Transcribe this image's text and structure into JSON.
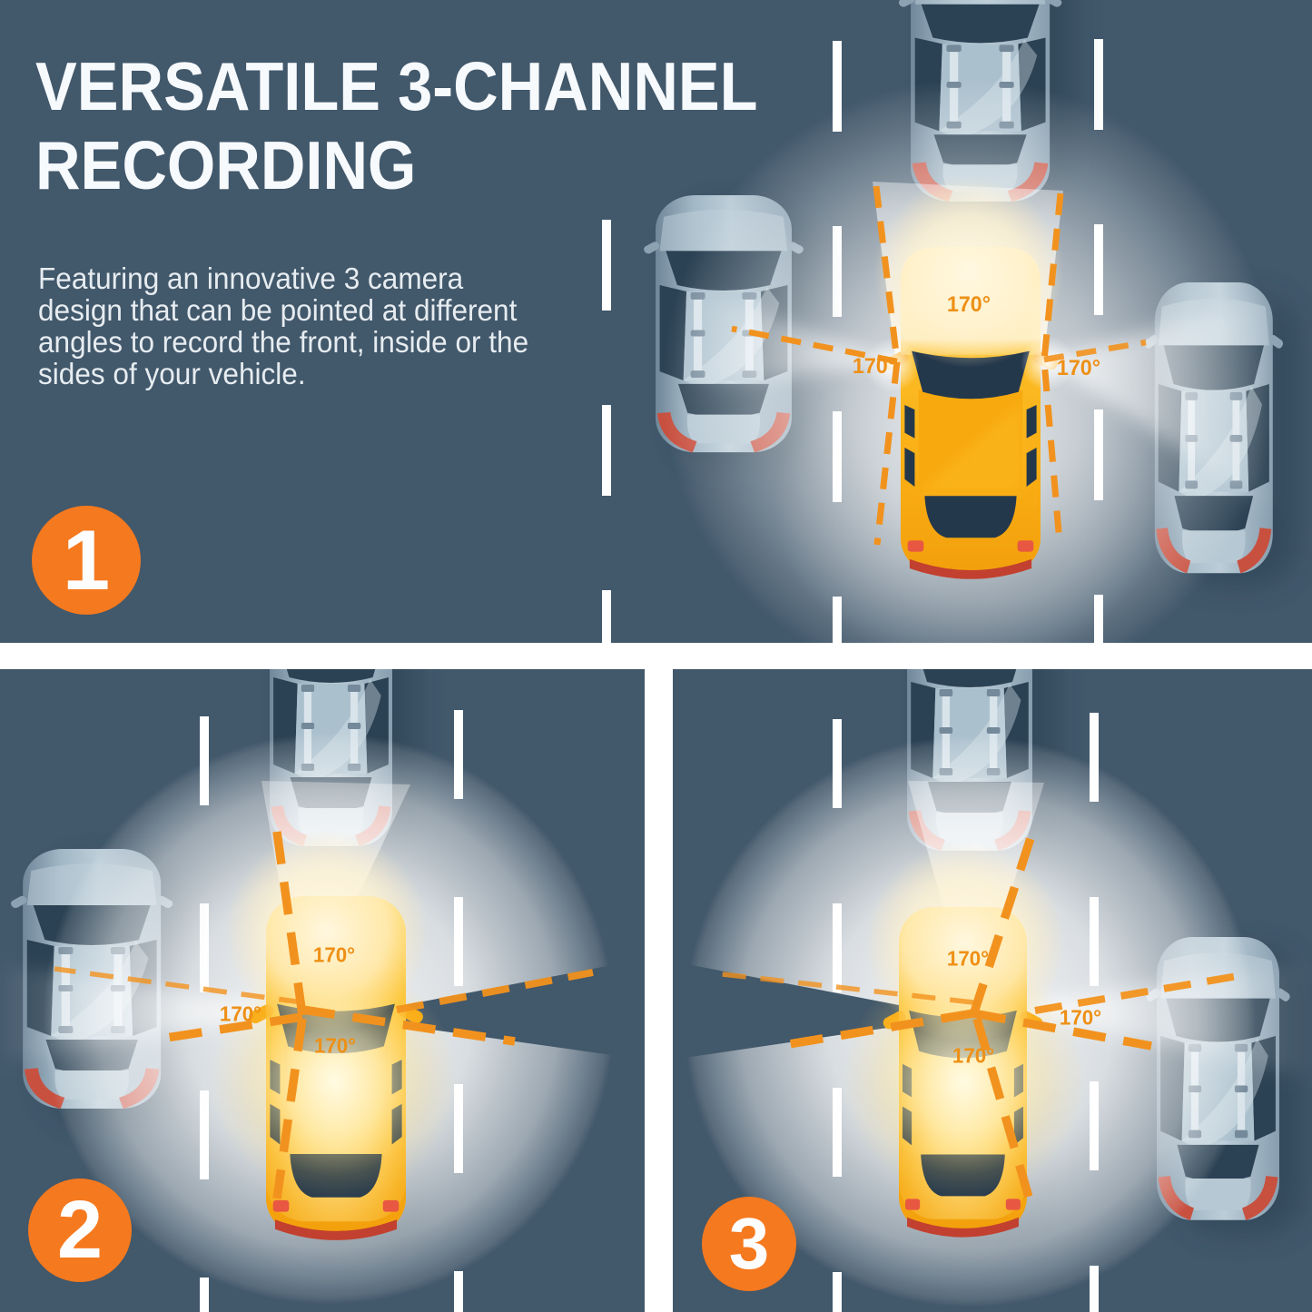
{
  "header": {
    "title_lines": [
      "VERSATILE 3-CHANNEL",
      "RECORDING"
    ],
    "description_lines": [
      "Featuring an innovative 3 camera",
      "design that can be pointed at different",
      "angles to record the front, inside or the",
      "sides of your vehicle."
    ]
  },
  "panels": [
    {
      "badge": "1",
      "fov_labels": [
        "170°",
        "170°",
        "170°"
      ]
    },
    {
      "badge": "2",
      "fov_labels": [
        "170°",
        "170°",
        "170°"
      ]
    },
    {
      "badge": "3",
      "fov_labels": [
        "170°",
        "170°",
        "170°"
      ]
    }
  ],
  "colors": {
    "background_slate": "#42586B",
    "divider_white": "#FFFFFF",
    "road_marking_white": "#FFFFFF",
    "accent_orange_badge": "#F5791E",
    "dash_orange": "#F2921E",
    "fov_label_orange": "#EE9016",
    "ego_car_yellow": "#FBB31A",
    "other_car_gray": "#B9CAD5",
    "tail_light_red": "#C8503F"
  }
}
